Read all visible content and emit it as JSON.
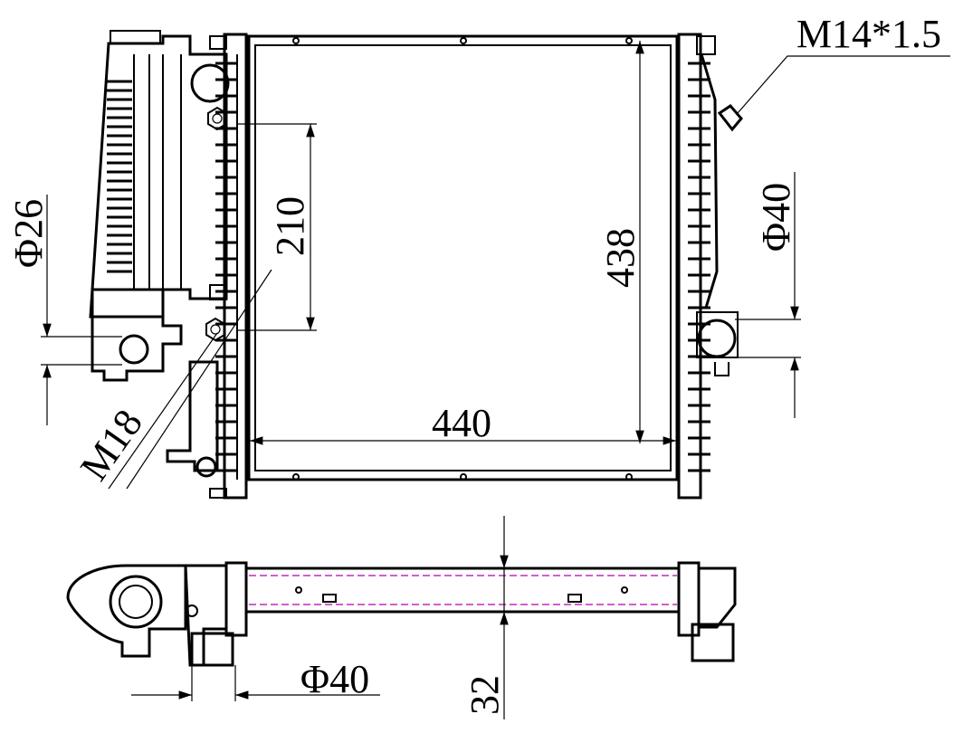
{
  "drawing": {
    "thread_top_right": "M14*1.5",
    "diameter_left_inlet": "Φ26",
    "height_210": "210",
    "height_438": "438",
    "diameter_right_outlet": "Φ40",
    "thread_left": "M18",
    "width_440": "440",
    "diameter_bottom_pipe": "Φ40",
    "thickness_32": "32"
  },
  "colors": {
    "line": "#000000",
    "core_hidden": "#b000b0"
  }
}
